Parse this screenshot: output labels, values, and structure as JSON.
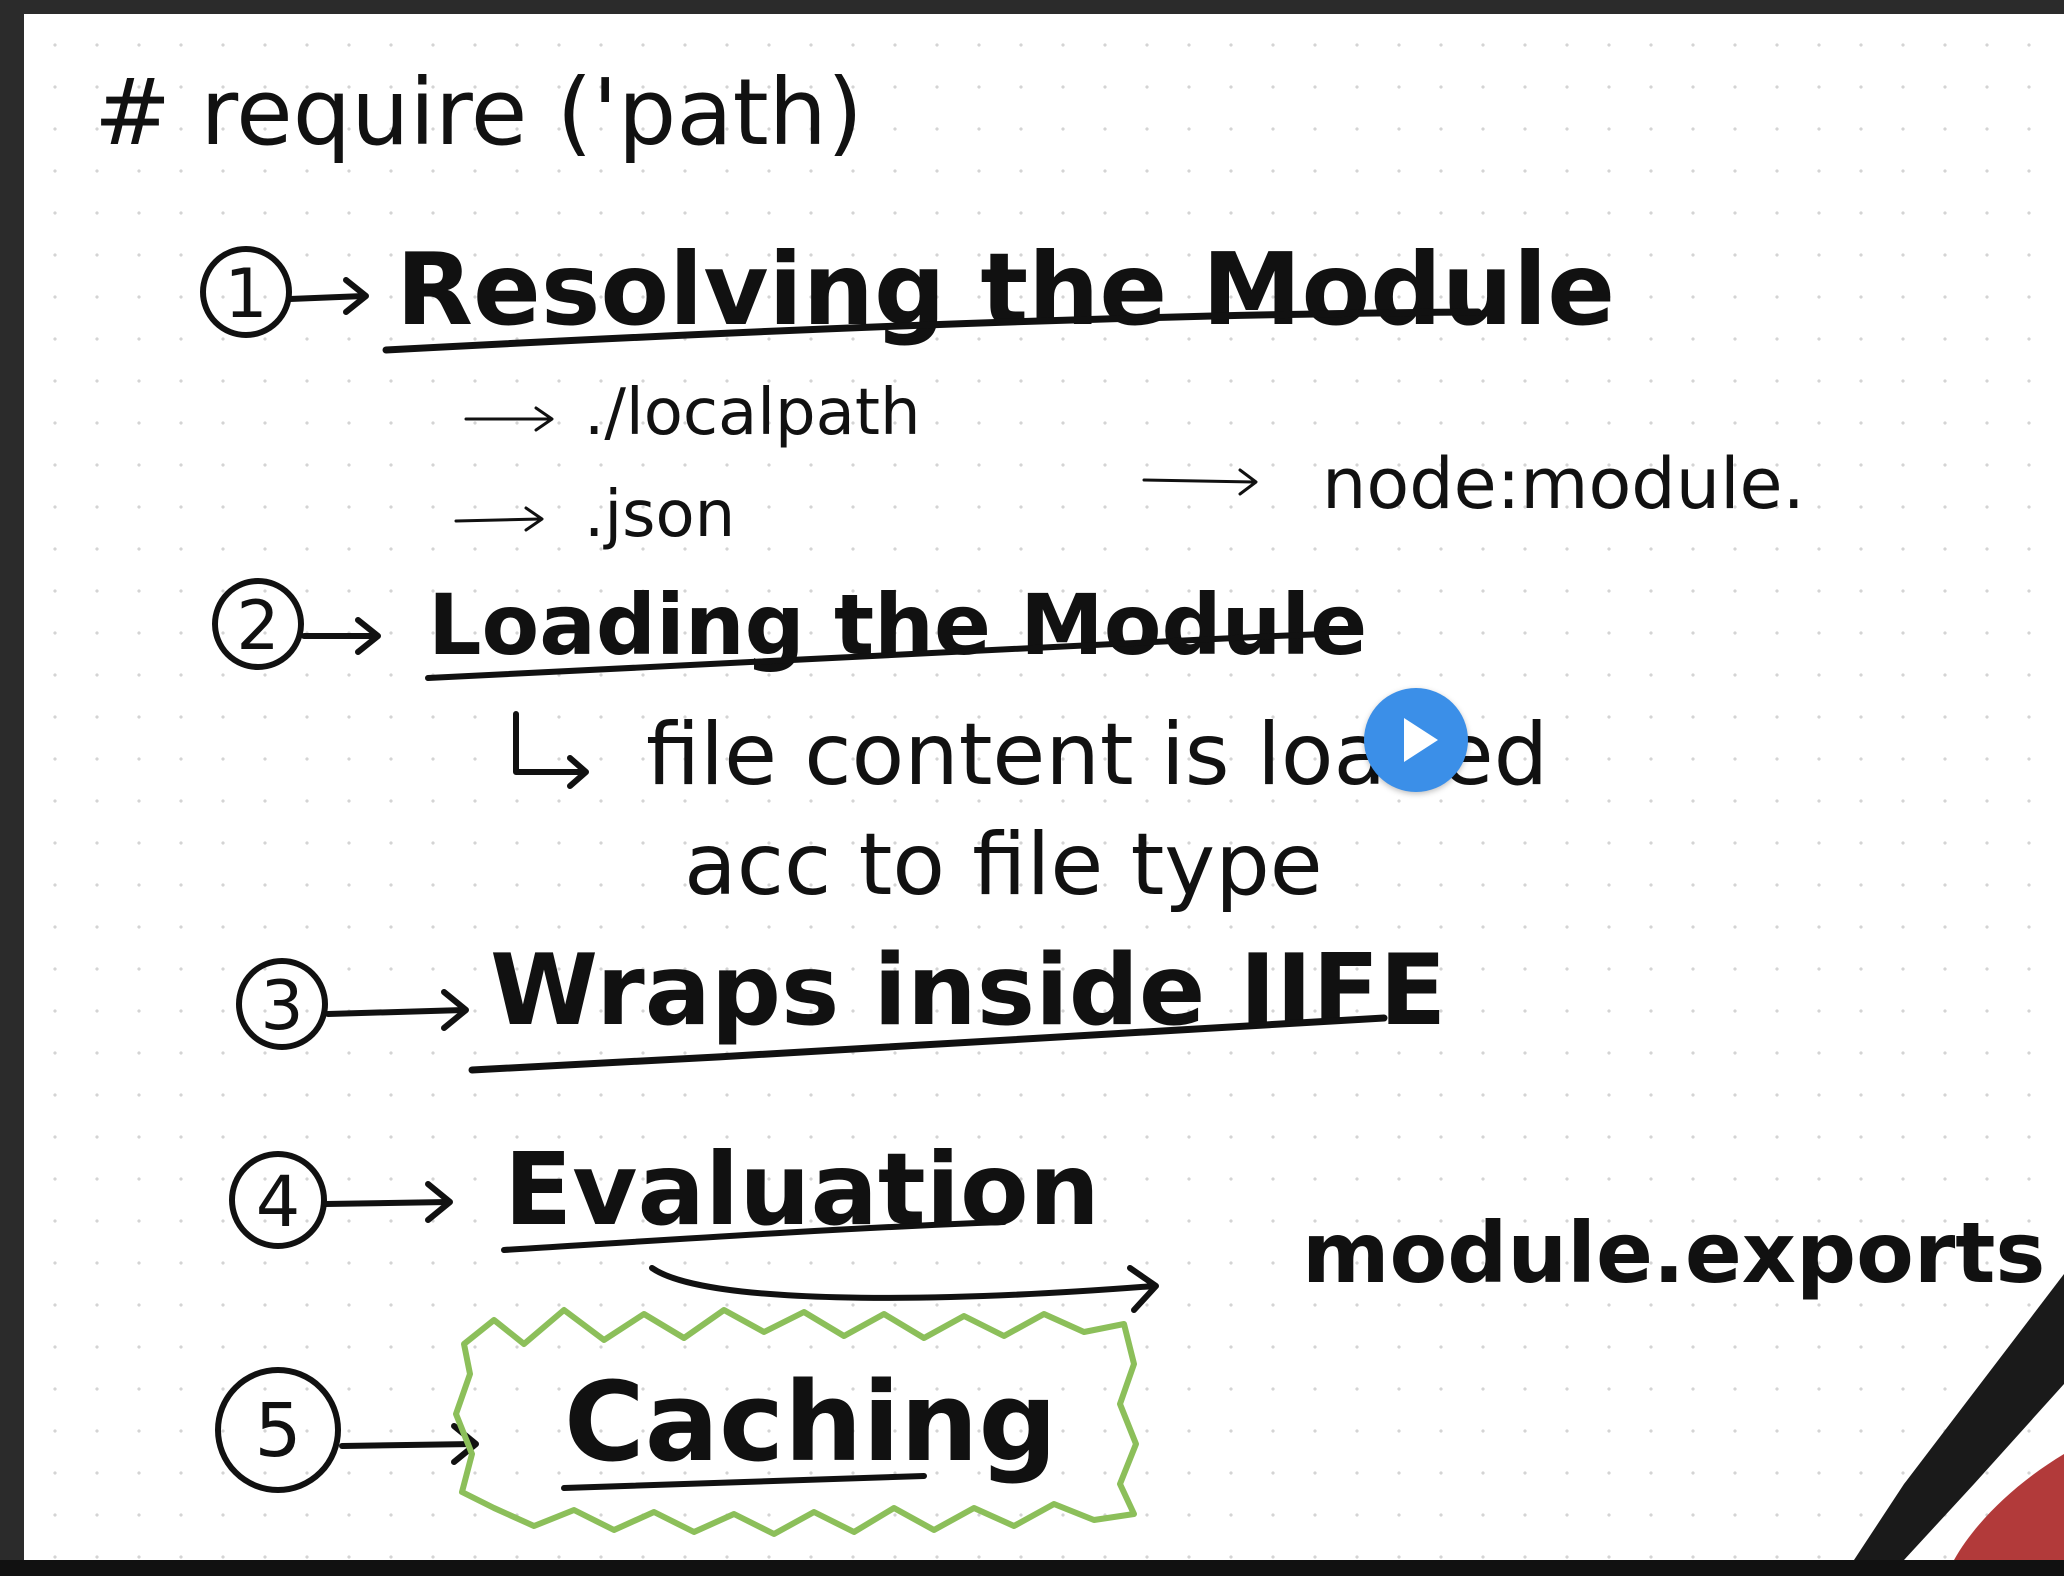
{
  "heading": "# require ('path)",
  "steps": [
    {
      "number": "1",
      "title": "Resolving the Module"
    },
    {
      "number": "2",
      "title": "Loading the Module"
    },
    {
      "number": "3",
      "title": "Wraps inside IIFE"
    },
    {
      "number": "4",
      "title": "Evaluation"
    },
    {
      "number": "5",
      "title": "Caching"
    }
  ],
  "resolve_notes": {
    "local": "./localpath",
    "json": ".json",
    "node": "node:module."
  },
  "loading_note": {
    "line1": "file content is loaded",
    "line2": "acc to file type"
  },
  "evaluation_result": "module.exports",
  "colors": {
    "ink": "#111111",
    "highlight": "#8cbf5a",
    "play_button": "#3b8fe8",
    "background": "#ffffff"
  },
  "icons": {
    "play": "play-icon",
    "arrow": "arrow-right-icon"
  }
}
